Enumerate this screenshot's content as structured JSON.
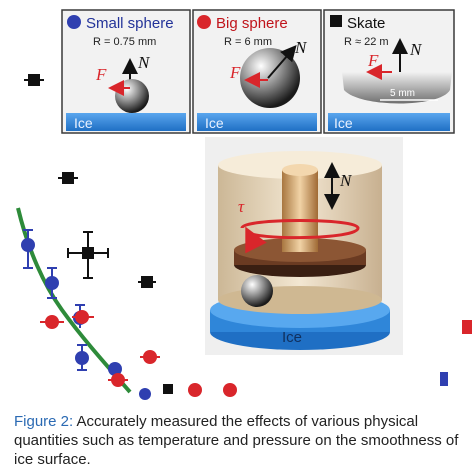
{
  "panels": [
    {
      "label": "Small sphere",
      "radius": "R = 0.75 mm",
      "marker_color": "#2f3fb0",
      "marker_shape": "circle",
      "force": "F",
      "normal": "N",
      "surface": "Ice"
    },
    {
      "label": "Big sphere",
      "radius": "R = 6 mm",
      "marker_color": "#d9262b",
      "marker_shape": "circle",
      "force": "F",
      "normal": "N",
      "surface": "Ice"
    },
    {
      "label": "Skate",
      "radius": "R ≈ 22 m",
      "marker_color": "#111111",
      "marker_shape": "square",
      "force": "F",
      "normal": "N",
      "surface": "Ice",
      "scale": "5 mm"
    }
  ],
  "apparatus": {
    "torque": "τ",
    "normal": "N",
    "surface": "Ice"
  },
  "colors": {
    "ice": "#2f86d9",
    "axis_green": "#2e8b3a",
    "caption_label": "#2b6ab3"
  },
  "caption": {
    "label": "Figure 2:",
    "text": " Accurately measured the effects of various physical quantities such as temperature and pressure on the smoothness of ice surface."
  }
}
